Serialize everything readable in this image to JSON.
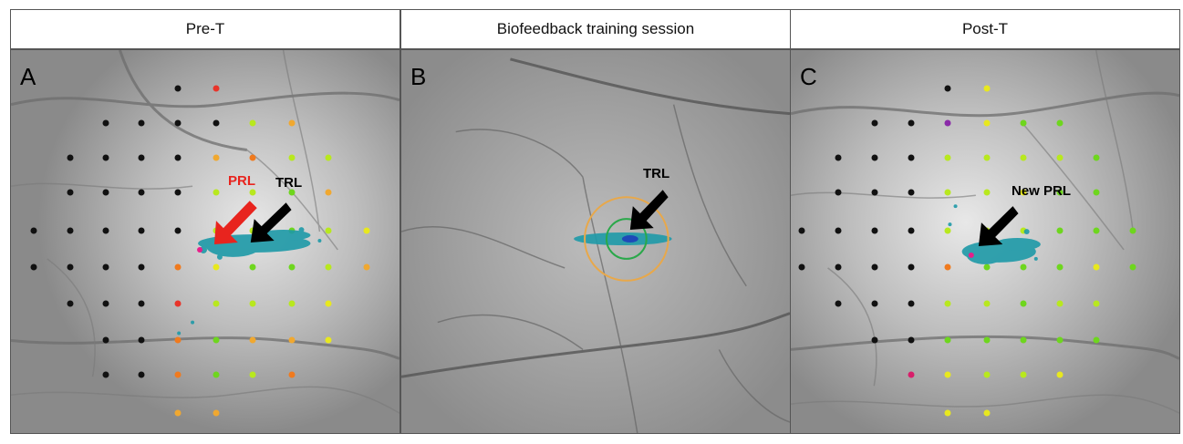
{
  "panels": [
    {
      "title": "Pre-T",
      "letter": "A"
    },
    {
      "title": "Biofeedback training session",
      "letter": "B"
    },
    {
      "title": "Post-T",
      "letter": "C"
    }
  ],
  "markers": {
    "a_prl": "PRL",
    "a_trl": "TRL",
    "b_trl": "TRL",
    "c_new_prl": "New PRL"
  },
  "colors": {
    "black_point": "#111111",
    "red_point": "#e8342a",
    "orange_point": "#f07a1e",
    "amber_point": "#f0a830",
    "yellow_point": "#e8e81e",
    "green_point": "#6ed61e",
    "lime_point": "#b8e81e",
    "purple_point": "#8a2aa8",
    "magenta_point": "#d81e6a",
    "fixation_cloud": "#1e9aa8",
    "ring_orange": "#e8a84a",
    "ring_green": "#2aa84a",
    "arrow_red": "#e8241e",
    "arrow_black": "#000000"
  }
}
